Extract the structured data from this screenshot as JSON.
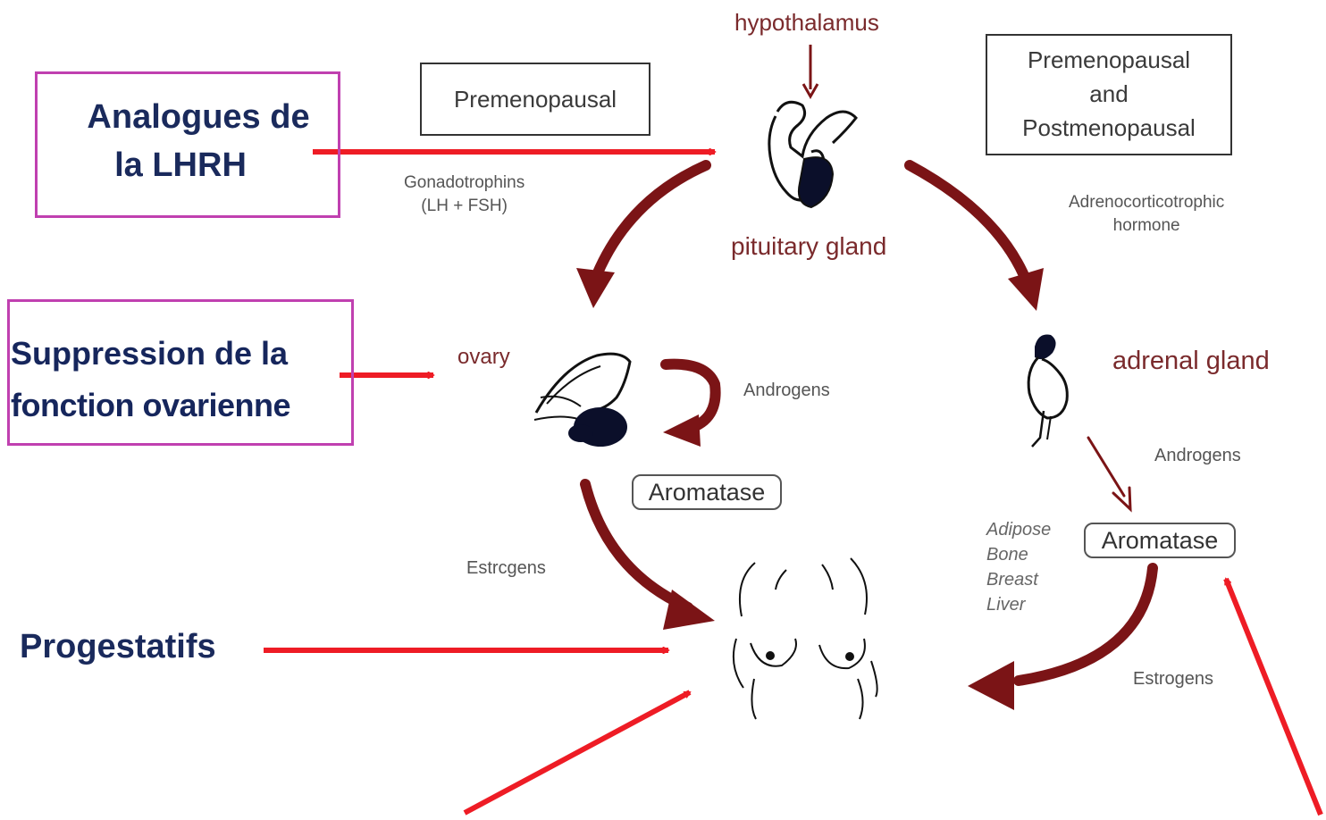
{
  "labels": {
    "hypothalamus": "hypothalamus",
    "pituitary_gland": "pituitary gland",
    "ovary": "ovary",
    "adrenal_gland": "adrenal gland",
    "premenopausal_box": "Premenopausal",
    "pre_post_box": [
      "Premenopausal",
      "and",
      "Postmenopausal"
    ],
    "gonadotrophins": [
      "Gonadotrophins",
      "(LH + FSH)"
    ],
    "adrenocorticotrophic": [
      "Adrenocorticotrophic",
      "hormone"
    ],
    "androgens_ovary": "Androgens",
    "androgens_adrenal": "Androgens",
    "aromatase_left": "Aromatase",
    "aromatase_right": "Aromatase",
    "estrogens_left": "Estrcgens",
    "estrogens_right": "Estrogens",
    "tissues": [
      "Adipose",
      "Bone",
      "Breast",
      "Liver"
    ]
  },
  "annotations": {
    "analogues": [
      "Analogues de",
      "la LHRH"
    ],
    "suppression": [
      "Suppression de la",
      "fonction ovarienne"
    ],
    "progestatifs": "Progestatifs"
  },
  "colors": {
    "arrow_red": "#ee1c25",
    "arrow_maroon": "#7b1416",
    "box_magenta": "#c040b0",
    "text_navy": "#1a2a5c",
    "label_maroon": "#7a2a2c"
  }
}
